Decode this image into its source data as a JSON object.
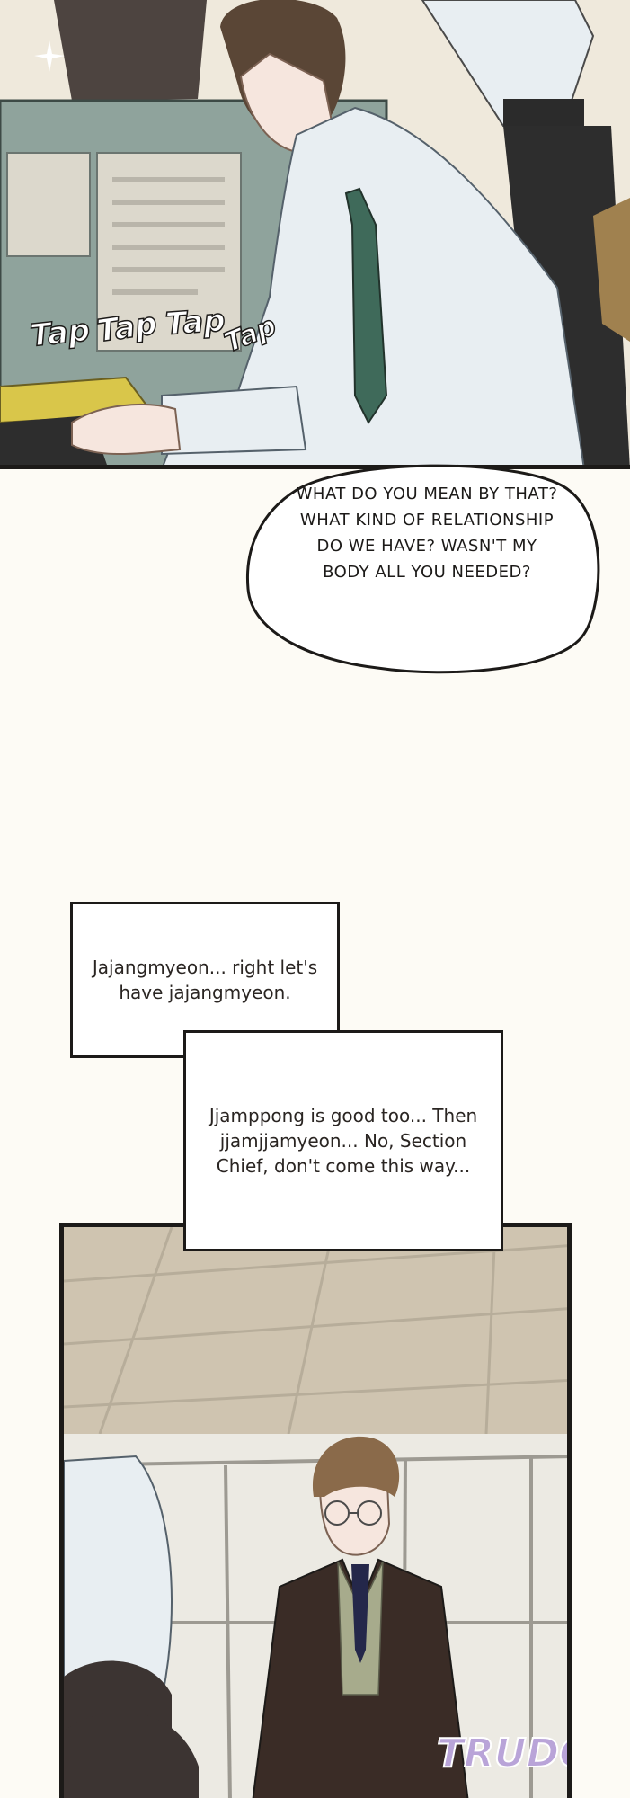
{
  "panel_top": {
    "sfx": [
      "Tap",
      "Tap",
      "Tap",
      "Tap"
    ]
  },
  "speech_bubble": {
    "text": "What do you mean by that? What kind of relationship do we have? Wasn't my body all you needed?"
  },
  "narration": [
    {
      "text": "Jajangmyeon... right let's have jajangmyeon."
    },
    {
      "text": "Jjamppong is good too... Then jjamjjamyeon... No, Section Chief, don't come this way..."
    }
  ],
  "panel_bottom": {
    "sfx": "TRUDGE"
  },
  "colors": {
    "ink": "#1c1a18",
    "shirt": "#e8eef2",
    "tie": "#3f6a5a",
    "desk_panel": "#8fa39c",
    "suit": "#3a2c26",
    "hair": "#5a4636"
  }
}
